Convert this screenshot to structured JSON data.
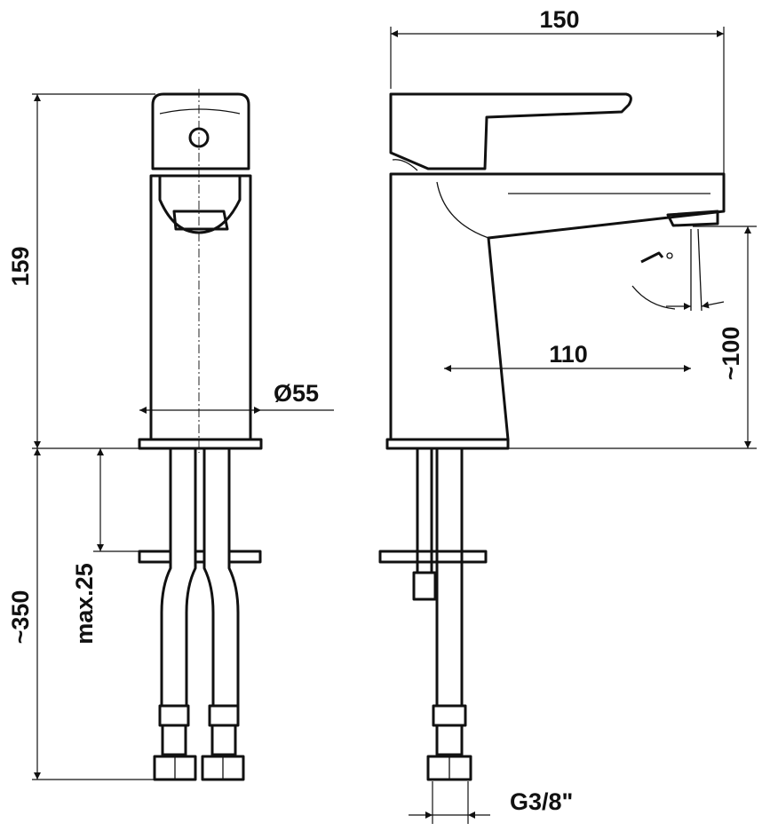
{
  "dimensions": {
    "width_overall": "150",
    "height_body": "159",
    "diameter_base": "Ø55",
    "spout_reach": "110",
    "spout_height": "~100",
    "hose_length": "~350",
    "max_counter_thickness": "max.25",
    "connection_thread": "G3/8\""
  }
}
